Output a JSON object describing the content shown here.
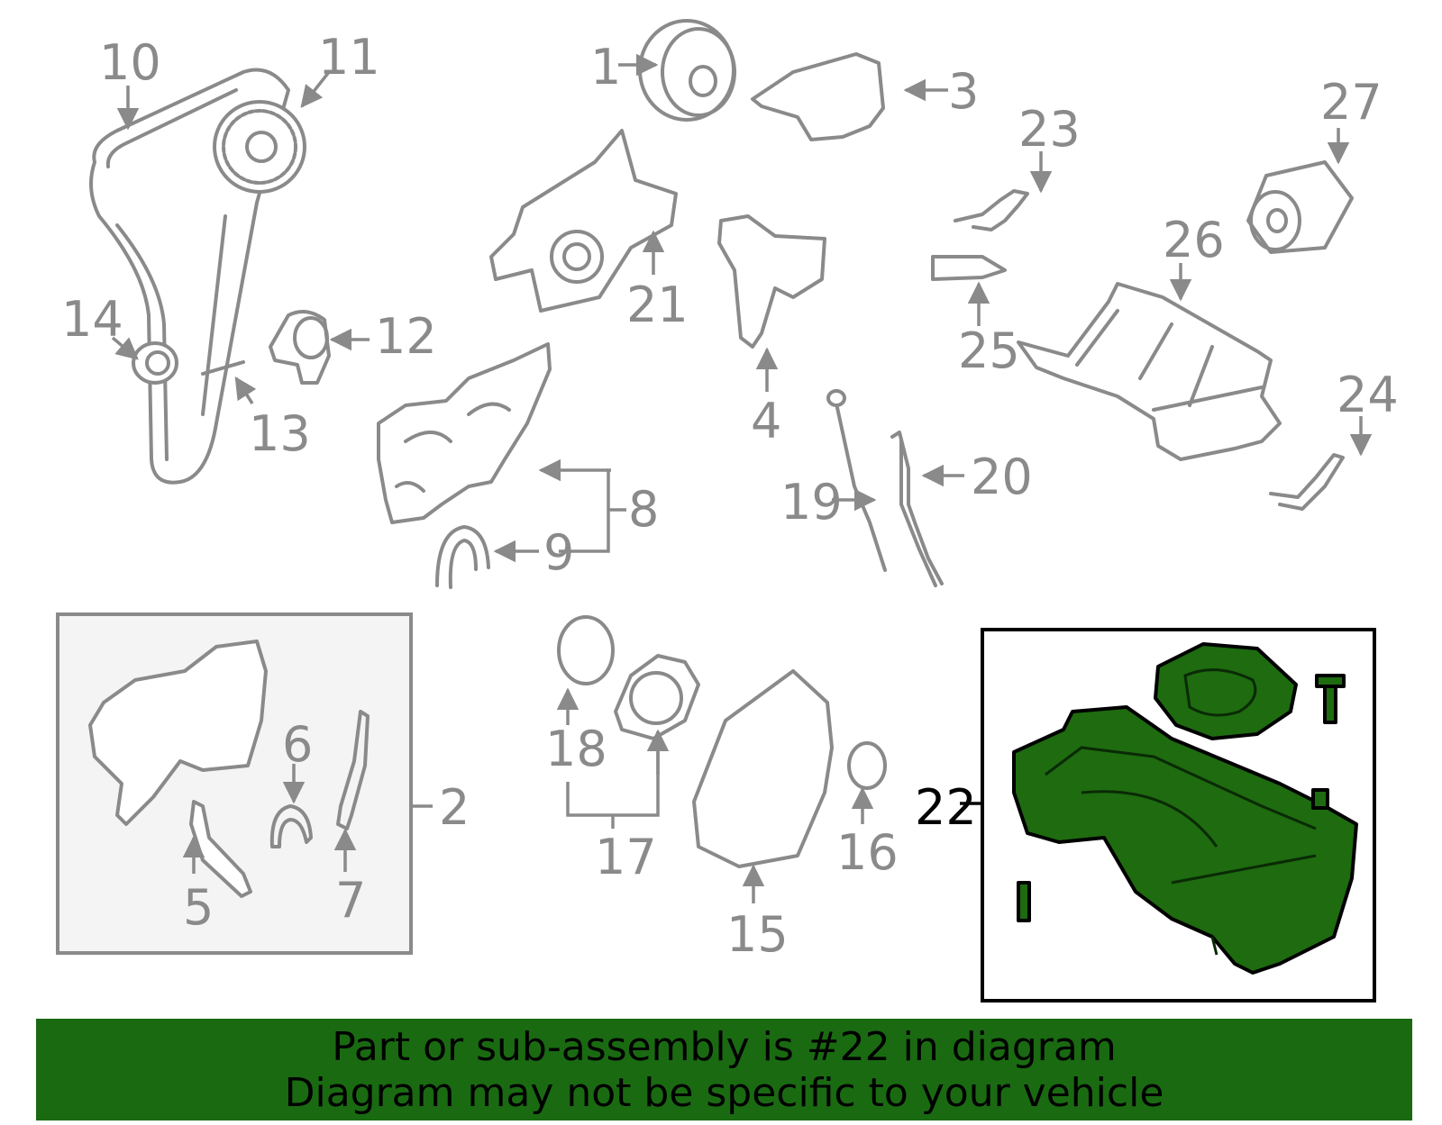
{
  "labels": {
    "l1": "1",
    "l2": "2",
    "l3": "3",
    "l4": "4",
    "l5": "5",
    "l6": "6",
    "l7": "7",
    "l8": "8",
    "l9": "9",
    "l10": "10",
    "l11": "11",
    "l12": "12",
    "l13": "13",
    "l14": "14",
    "l15": "15",
    "l16": "16",
    "l17": "17",
    "l18": "18",
    "l19": "19",
    "l20": "20",
    "l21": "21",
    "l22": "22",
    "l23": "23",
    "l24": "24",
    "l25": "25",
    "l26": "26",
    "l27": "27"
  },
  "highlight": {
    "part_number": "22",
    "color": "#1e6b10"
  },
  "banner": {
    "line1": "Part or sub-assembly is #22 in diagram",
    "line2": "Diagram may not be specific to your vehicle",
    "color": "#1a6a12"
  }
}
